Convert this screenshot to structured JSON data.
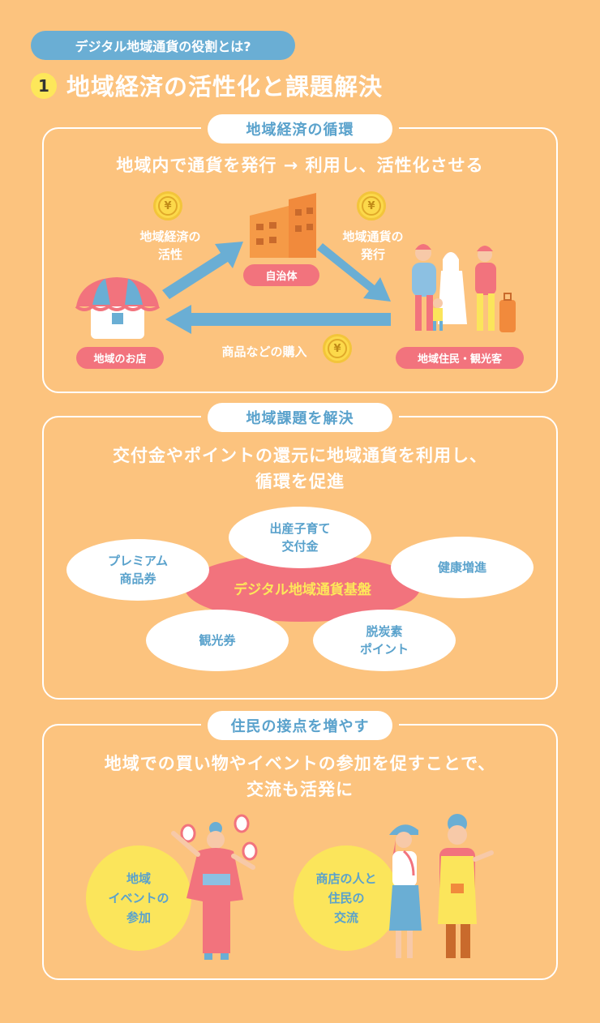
{
  "header": {
    "pill": "デジタル地域通貨の役割とは?",
    "number": "1",
    "title": "地域経済の活性化と課題解決"
  },
  "section1": {
    "title": "地域経済の循環",
    "lead": "地域内で通貨を発行 → 利用し、活性化させる",
    "tag_city": "自治体",
    "tag_shop": "地域のお店",
    "tag_people": "地域住民・観光客",
    "note_activate": [
      "地域経済の",
      "活性"
    ],
    "note_issue": [
      "地域通貨の",
      "発行"
    ],
    "note_purchase": "商品などの購入",
    "coin_symbol": "¥"
  },
  "section2": {
    "title": "地域課題を解決",
    "lead": [
      "交付金やポイントの還元に地域通貨を利用し、",
      "循環を促進"
    ],
    "center": "デジタル地域通貨基盤",
    "items": [
      [
        "プレミアム",
        "商品券"
      ],
      [
        "出産子育て",
        "交付金"
      ],
      [
        "健康増進"
      ],
      [
        "観光券"
      ],
      [
        "脱炭素",
        "ポイント"
      ]
    ]
  },
  "section3": {
    "title": "住民の接点を増やす",
    "lead": [
      "地域での買い物やイベントの参加を促すことで、",
      "交流も活発に"
    ],
    "circle_event": [
      "地域",
      "イベントの",
      "参加"
    ],
    "circle_shop": [
      "商店の人と",
      "住民の",
      "交流"
    ]
  },
  "colors": {
    "background": "#fcc37e",
    "blue": "#6aaed4",
    "pink": "#f2737d",
    "yellow": "#fbe55b"
  }
}
